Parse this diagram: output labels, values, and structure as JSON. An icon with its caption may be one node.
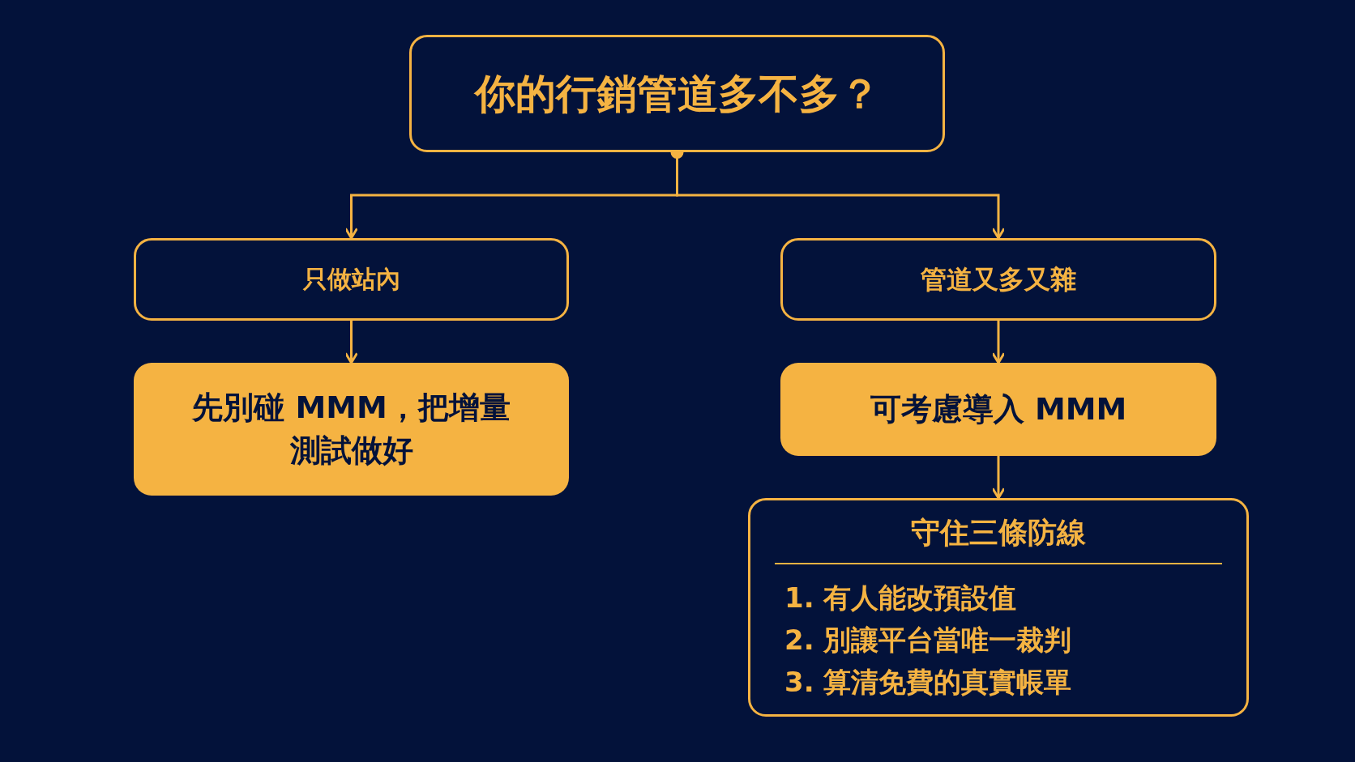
{
  "diagram": {
    "nodes": [
      {
        "text": [
          "你的行銷管道多不多？"
        ]
      },
      {
        "text": [
          "只做站內"
        ]
      },
      {
        "text": [
          "先別碰 MMM，把增量測試做好"
        ]
      },
      {
        "text": [
          "管道又多又雜"
        ]
      },
      {
        "text": [
          "可考慮導入 MMM"
        ]
      },
      {
        "text": [
          "守住三條防線",
          "1. 有人能改預設值",
          "2. 別讓平台當唯一裁判",
          "3. 算清免費的真實帳單"
        ]
      }
    ],
    "edges": [
      {
        "from": 0,
        "to": 1,
        "arrow": "to"
      },
      {
        "from": 0,
        "to": 3,
        "arrow": "to"
      },
      {
        "from": 1,
        "to": 2,
        "arrow": "to"
      },
      {
        "from": 3,
        "to": 4,
        "arrow": "to"
      },
      {
        "from": 4,
        "to": 5,
        "arrow": "to"
      }
    ]
  }
}
